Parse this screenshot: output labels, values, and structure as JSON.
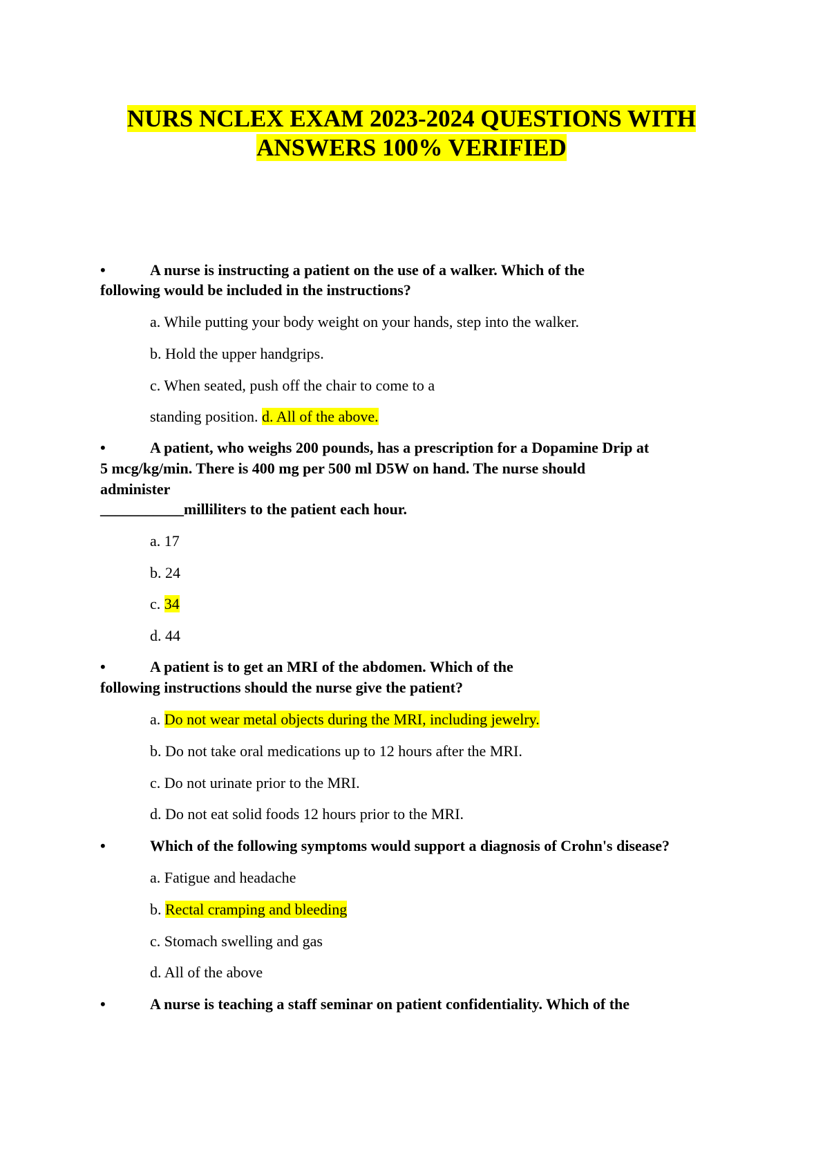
{
  "title": {
    "line1": "NURS NCLEX EXAM 2023-2024 QUESTIONS WITH",
    "line2": "ANSWERS  100% VERIFIED"
  },
  "bullet": "•",
  "q1": {
    "l1": "A nurse is instructing a patient on the use of a walker. Which of the",
    "l2": "following would be included in the instructions?",
    "a": "a. While putting your body weight on your hands, step into the walker.",
    "b": "b. Hold the upper handgrips.",
    "c": "c. When seated, push off the chair to come to a",
    "c2": "standing position.",
    "d": "d. All of the above."
  },
  "q2": {
    "l1": "A patient, who weighs 200 pounds, has a prescription for a Dopamine Drip at",
    "l2": "5 mcg/kg/min. There is 400 mg per 500 ml D5W on hand. The nurse should",
    "l3": "administer",
    "l4": "___________milliliters to the patient each hour.",
    "a": "a. 17",
    "b": "b. 24",
    "c_prefix": "c.",
    "c": "34",
    "d": "d. 44"
  },
  "q3": {
    "l1": "A patient is to get an MRI of the abdomen. Which of the",
    "l2": "following instructions should the nurse give the patient?",
    "a_prefix": "a.",
    "a": "Do not wear metal objects during the MRI, including jewelry.",
    "b": "b. Do not take oral medications up to 12 hours after the MRI.",
    "c": "c. Do not urinate prior to the MRI.",
    "d": "d. Do not eat solid foods 12 hours prior to the MRI."
  },
  "q4": {
    "l1": "Which of the following symptoms would support a diagnosis of Crohn's disease?",
    "a": "a. Fatigue and headache",
    "b_prefix": "b.",
    "b": "Rectal cramping and bleeding",
    "c": "c. Stomach swelling and gas",
    "d": "d. All of the above"
  },
  "q5": {
    "l1": "A nurse is teaching a staff seminar on patient confidentiality. Which of the"
  }
}
